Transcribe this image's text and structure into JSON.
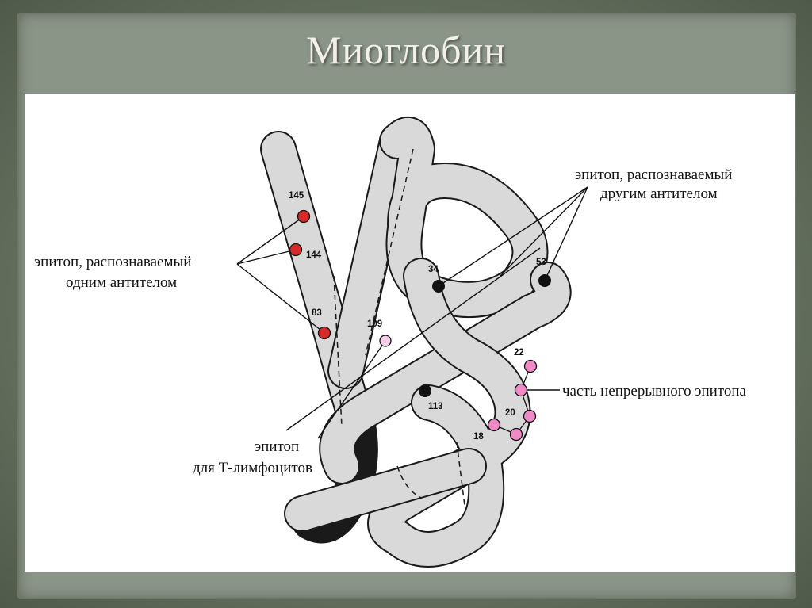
{
  "title": "Миоглобин",
  "labels": {
    "one_antibody_line1": "эпитоп, распознаваемый",
    "one_antibody_line2": "одним антителом",
    "other_antibody_line1": "эпитоп, распознаваемый",
    "other_antibody_line2": "другим антителом",
    "continuous_epitope": "часть непрерывного эпитопа",
    "t_cell_line1": "эпитоп",
    "t_cell_line2": "для Т-лимфоцитов"
  },
  "residues": {
    "r145": "145",
    "r144": "144",
    "r83": "83",
    "r109": "109",
    "r34": "34",
    "r53": "53",
    "r113": "113",
    "r22": "22",
    "r20": "20",
    "r18": "18"
  },
  "colors": {
    "tube_fill": "#d9d9d9",
    "tube_outline": "#1a1a1a",
    "red_epitope": "#d42a2a",
    "pink_epitope": "#f08ac6",
    "black_epitope": "#111111"
  }
}
